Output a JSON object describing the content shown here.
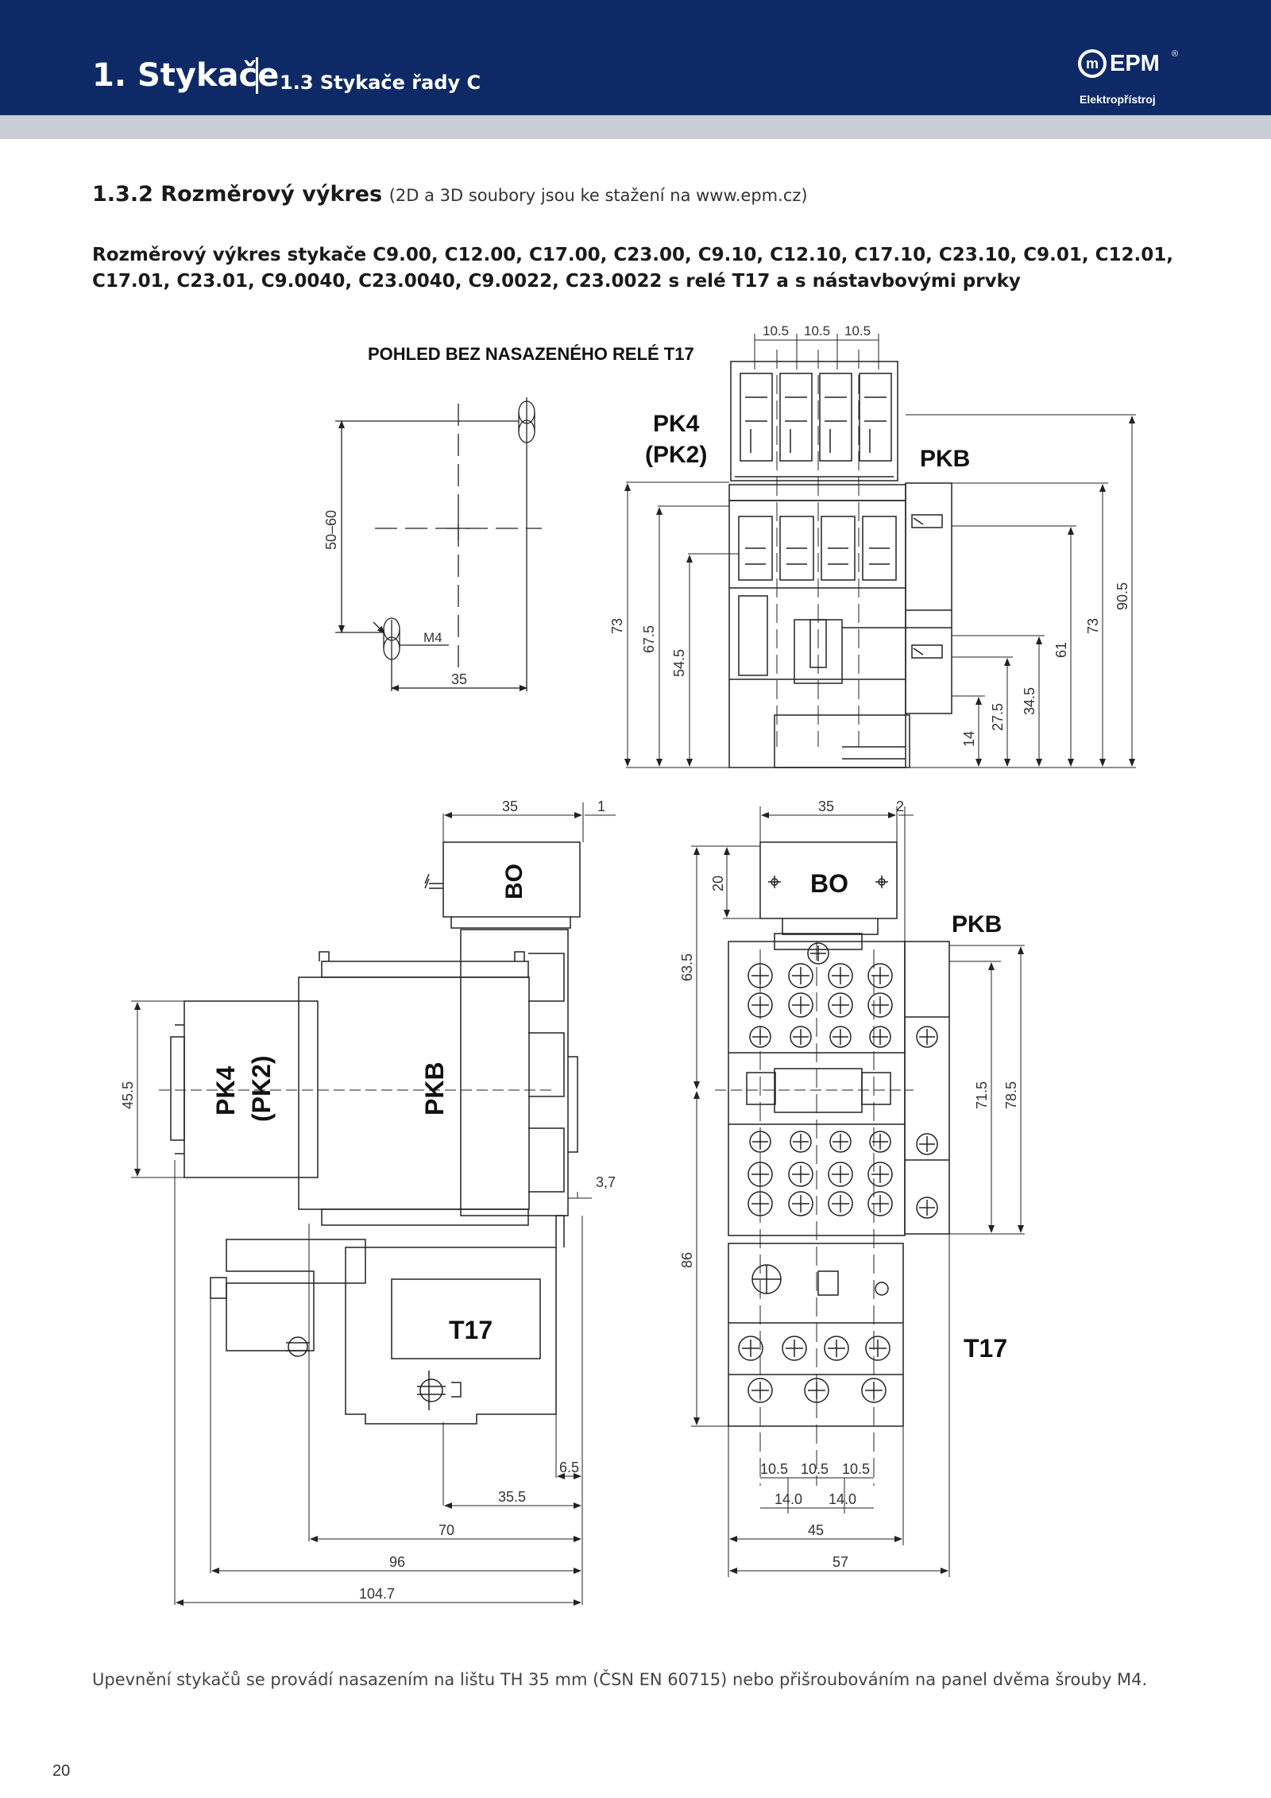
{
  "header": {
    "chapter": "1. Stykače",
    "subchapter": "1.3 Stykače řady C",
    "logo_mark": "m",
    "logo_word": "EPM",
    "logo_reg": "®",
    "logo_sub": "Elektropřístroj"
  },
  "section": {
    "title": "1.3.2 Rozměrový výkres",
    "note": "(2D a 3D soubory jsou ke stažení na www.epm.cz)"
  },
  "description": "Rozměrový výkres stykače C9.00, C12.00, C17.00, C23.00, C9.10, C12.10, C17.10, C23.10, C9.01, C12.01, C17.01, C23.01, C9.0040, C23.0040, C9.0022, C23.0022 s relé T17 a s nástavbovými prvky",
  "drawing": {
    "view_title": "POHLED BEZ NASAZENÉHO RELÉ T17",
    "labels": {
      "pk4": "PK4",
      "pk2": "(PK2)",
      "pkb": "PKB",
      "bo": "BO",
      "t17": "T17",
      "m4": "M4"
    },
    "dims": {
      "top_pitch": [
        "10.5",
        "10.5",
        "10.5"
      ],
      "mount_h": "50–60",
      "mount_w": "35",
      "h73": "73",
      "h675": "67.5",
      "h545": "54.5",
      "r14": "14",
      "r275": "27.5",
      "r345": "34.5",
      "r61": "61",
      "r73": "73",
      "r905": "90.5",
      "sv_w35": "35",
      "sv_1": "1",
      "sv_455": "45.5",
      "sv_37": "3,7",
      "sv_65": "6.5",
      "sv_355": "35.5",
      "sv_70": "70",
      "sv_96": "96",
      "sv_1047": "104.7",
      "fv_w35": "35",
      "fv_2": "2",
      "fv_20": "20",
      "fv_635": "63.5",
      "fv_86": "86",
      "fv_715": "71.5",
      "fv_785": "78.5",
      "fv_pitch": [
        "10.5",
        "10.5",
        "10.5"
      ],
      "fv_pitch14": [
        "14.0",
        "14.0"
      ],
      "fv_45": "45",
      "fv_57": "57"
    }
  },
  "footnote": "Upevnění stykačů se provádí nasazením na lištu TH 35 mm (ČSN EN 60715) nebo přišroubováním na panel dvěma šrouby M4.",
  "page_number": "20"
}
